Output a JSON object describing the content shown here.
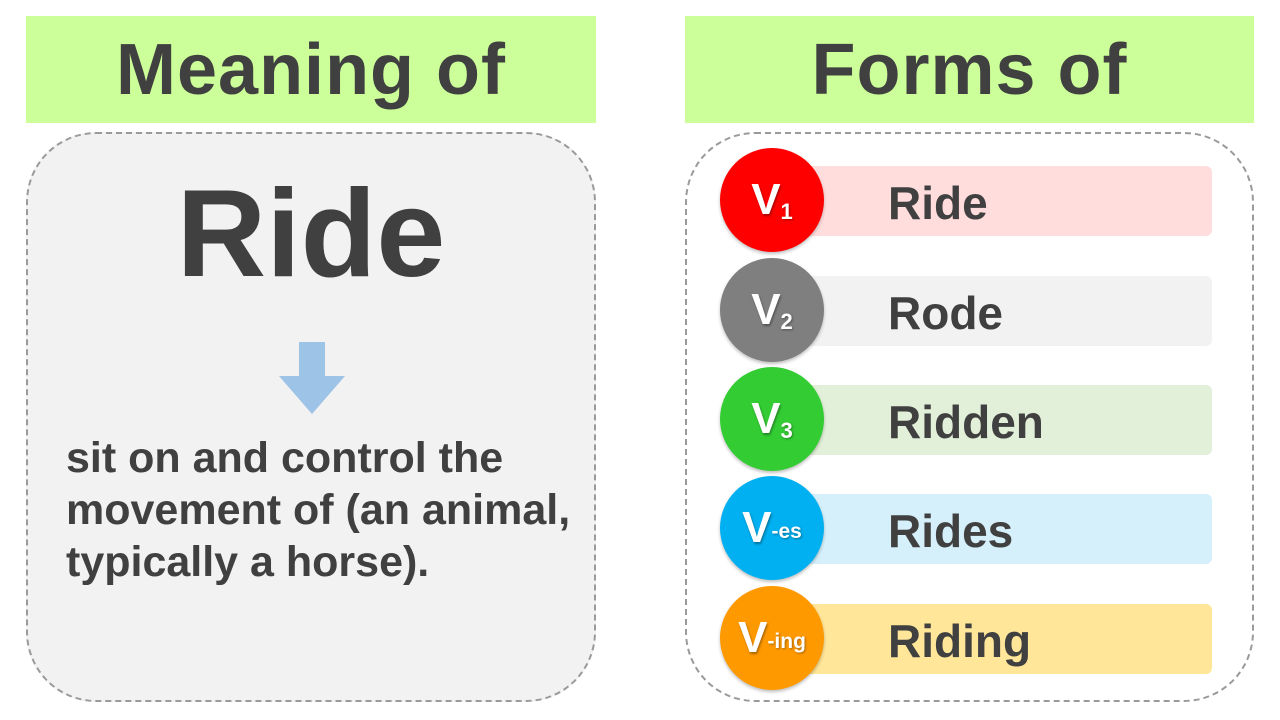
{
  "headers": {
    "left": "Meaning of",
    "right": "Forms of"
  },
  "meaning": {
    "word": "Ride",
    "arrow_icon": "down-arrow-icon",
    "definition": "sit on and control the movement of (an animal, typically a horse)."
  },
  "forms": [
    {
      "label_main": "V",
      "label_sub": "1",
      "label_type": "sub",
      "value": "Ride",
      "circle_color": "#ff0000",
      "bar_color": "#ffdddd"
    },
    {
      "label_main": "V",
      "label_sub": "2",
      "label_type": "sub",
      "value": "Rode",
      "circle_color": "#7f7f7f",
      "bar_color": "#f2f2f2"
    },
    {
      "label_main": "V",
      "label_sub": "3",
      "label_type": "sub",
      "value": "Ridden",
      "circle_color": "#33cc33",
      "bar_color": "#e2f0d9"
    },
    {
      "label_main": "V",
      "label_sub": "-es",
      "label_type": "suffix",
      "value": "Rides",
      "circle_color": "#00b0f0",
      "bar_color": "#d6f0fb"
    },
    {
      "label_main": "V",
      "label_sub": "-ing",
      "label_type": "suffix",
      "value": "Riding",
      "circle_color": "#ff9900",
      "bar_color": "#ffe699"
    }
  ],
  "colors": {
    "header_bg": "#ccff99",
    "text": "#404040",
    "left_panel_bg": "#f2f2f2",
    "arrow": "#9dc3e6"
  }
}
